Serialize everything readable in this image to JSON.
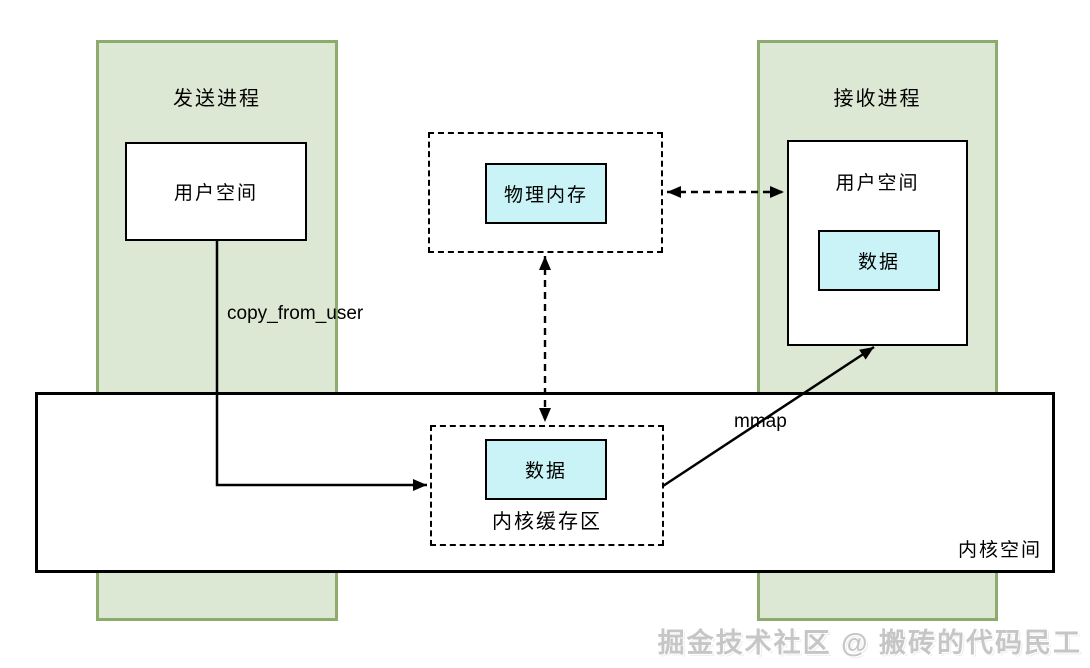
{
  "diagram": {
    "sender": {
      "title": "发送进程",
      "user_space": "用户空间"
    },
    "receiver": {
      "title": "接收进程",
      "user_space": "用户空间",
      "data": "数据"
    },
    "physical_memory": {
      "label": "物理内存"
    },
    "kernel": {
      "space_label": "内核空间",
      "buffer_label": "内核缓存区",
      "data": "数据"
    },
    "arrows": {
      "copy_from_user": "copy_from_user",
      "mmap": "mmap"
    },
    "watermark": "掘金技术社区 @ 搬砖的代码民工",
    "colors": {
      "process_fill": "#dce8d3",
      "process_border": "#8cab6d",
      "data_fill": "#c9f3f7",
      "box_border": "#000000",
      "line": "#000000",
      "watermark_text": "#c6c6c6"
    }
  }
}
